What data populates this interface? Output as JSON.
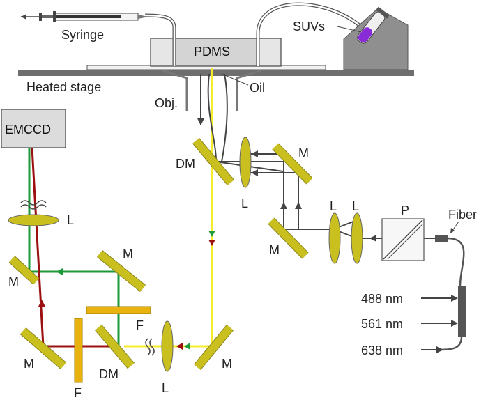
{
  "labels": {
    "syringe": "Syringe",
    "pdms": "PDMS",
    "suvs": "SUVs",
    "heated_stage": "Heated stage",
    "oil": "Oil",
    "obj": "Obj.",
    "emccd": "EMCCD",
    "dm_upper": "DM",
    "dm_lower": "DM",
    "l_upper": "L",
    "l_left": "L",
    "l_bottom": "L",
    "l_right1": "L",
    "l_right2": "L",
    "m_upper": "M",
    "m_right_lower": "M",
    "m_left_top": "M",
    "m_left_mid": "M",
    "m_left_bottom": "M",
    "m_bottom_right": "M",
    "f_top": "F",
    "f_bottom": "F",
    "p": "P",
    "fiber": "Fiber",
    "w488": "488 nm",
    "w561": "561 nm",
    "w638": "638 nm"
  },
  "colors": {
    "yellow_beam": "#f5ec2a",
    "green_beam": "#1c9a3a",
    "red_beam": "#9b1010",
    "optic": "#c9c020",
    "filter": "#e8b20f",
    "gray_line": "#444444",
    "stage_gray": "#6e6e6e",
    "vial_purple": "#8a2bd8"
  }
}
